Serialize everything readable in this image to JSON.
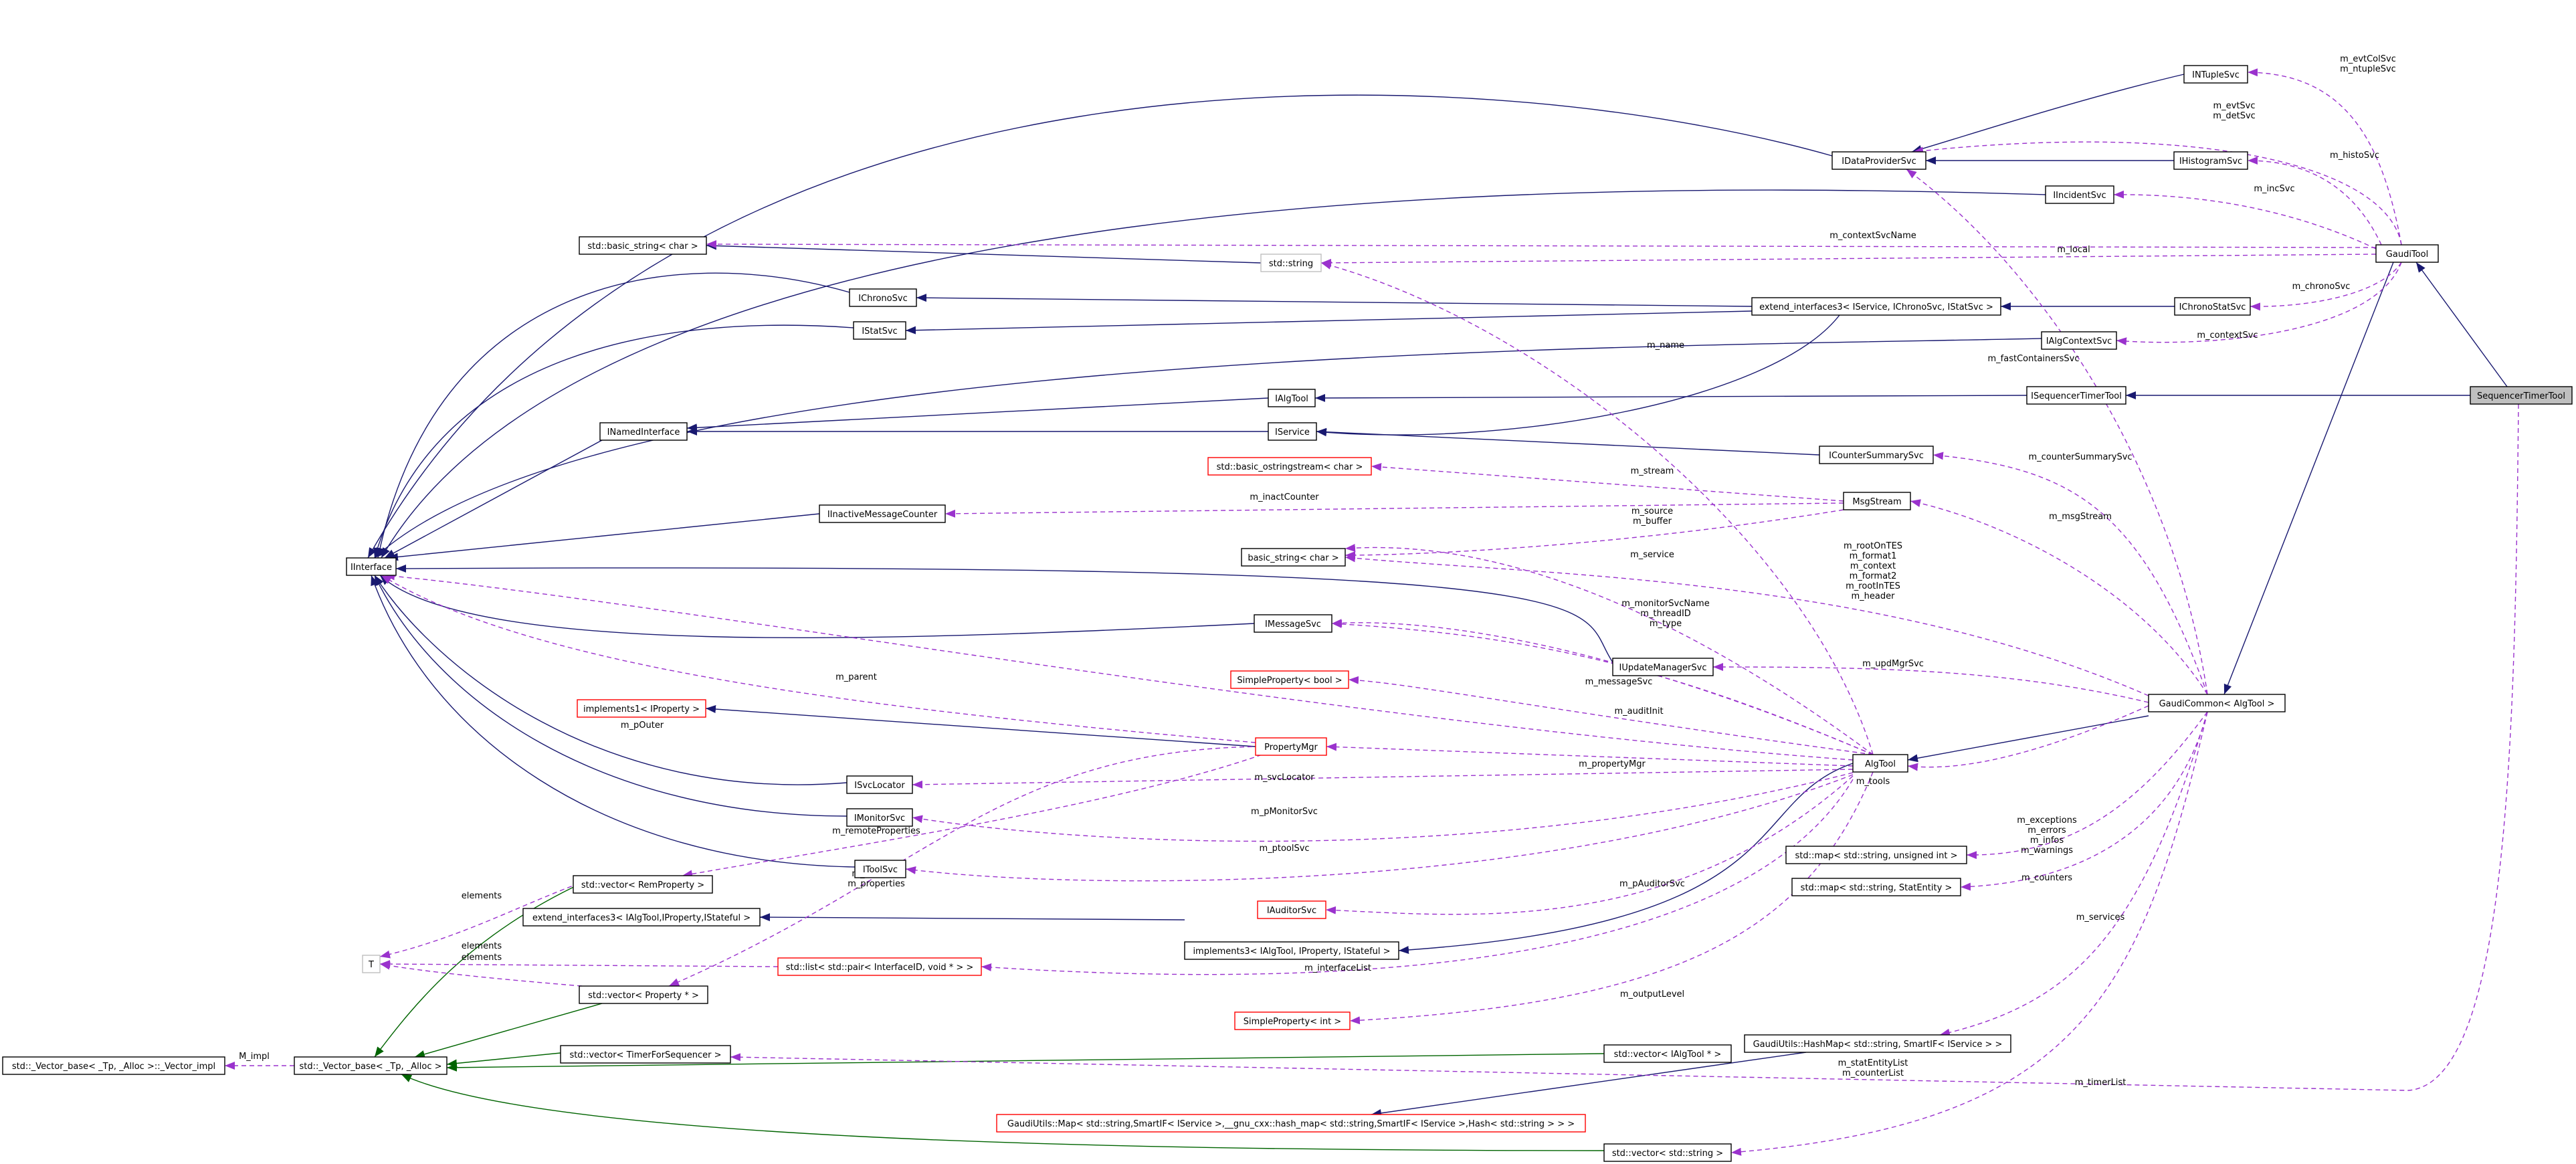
{
  "colors": {
    "inheritance": "#191970",
    "template": "#006400",
    "usage": "#9a32cd",
    "incomplete": "#ff0000",
    "undocumented": "#bfbfbf",
    "focus_fill": "#bfbfbf"
  },
  "nodes": [
    {
      "id": "SequencerTimerTool",
      "label": "SequencerTimerTool",
      "style": "hl"
    },
    {
      "id": "GaudiTool",
      "label": "GaudiTool"
    },
    {
      "id": "ISequencerTimerTool",
      "label": "ISequencerTimerTool"
    },
    {
      "id": "INTupleSvc",
      "label": "INTupleSvc"
    },
    {
      "id": "IHistogramSvc",
      "label": "IHistogramSvc"
    },
    {
      "id": "IDataProviderSvc",
      "label": "IDataProviderSvc"
    },
    {
      "id": "IIncidentSvc",
      "label": "IIncidentSvc"
    },
    {
      "id": "IChronoStatSvc",
      "label": "IChronoStatSvc"
    },
    {
      "id": "IAlgContextSvc",
      "label": "IAlgContextSvc"
    },
    {
      "id": "extend_interfaces3_chrono",
      "label": "extend_interfaces3< IService, IChronoSvc, IStatSvc >"
    },
    {
      "id": "std_string",
      "label": "std::string",
      "style": "gray"
    },
    {
      "id": "basic_string_std",
      "label": "std::basic_string< char >"
    },
    {
      "id": "IChronoSvc",
      "label": "IChronoSvc"
    },
    {
      "id": "IStatSvc",
      "label": "IStatSvc"
    },
    {
      "id": "IAlgTool",
      "label": "IAlgTool"
    },
    {
      "id": "IService",
      "label": "IService"
    },
    {
      "id": "INamedInterface",
      "label": "INamedInterface"
    },
    {
      "id": "ICounterSummarySvc",
      "label": "ICounterSummarySvc"
    },
    {
      "id": "basic_ostringstream",
      "label": "std::basic_ostringstream< char >",
      "style": "red"
    },
    {
      "id": "MsgStream",
      "label": "MsgStream"
    },
    {
      "id": "IInactiveMessageCounter",
      "label": "IInactiveMessageCounter"
    },
    {
      "id": "IInterface",
      "label": "IInterface"
    },
    {
      "id": "basic_string_char",
      "label": "basic_string< char >"
    },
    {
      "id": "IMessageSvc",
      "label": "IMessageSvc"
    },
    {
      "id": "IUpdateManagerSvc",
      "label": "IUpdateManagerSvc"
    },
    {
      "id": "SimplePropertyBool",
      "label": "SimpleProperty< bool >",
      "style": "red"
    },
    {
      "id": "GaudiCommon",
      "label": "GaudiCommon< AlgTool >"
    },
    {
      "id": "implements1",
      "label": "implements1< IProperty >",
      "style": "red"
    },
    {
      "id": "PropertyMgr",
      "label": "PropertyMgr",
      "style": "red"
    },
    {
      "id": "AlgTool",
      "label": "AlgTool"
    },
    {
      "id": "ISvcLocator",
      "label": "ISvcLocator"
    },
    {
      "id": "IMonitorSvc",
      "label": "IMonitorSvc"
    },
    {
      "id": "IToolSvc",
      "label": "IToolSvc"
    },
    {
      "id": "vector_RemProperty",
      "label": "std::vector< RemProperty >"
    },
    {
      "id": "map_unsigned",
      "label": "std::map< std::string, unsigned int >"
    },
    {
      "id": "map_StatEntity",
      "label": "std::map< std::string, StatEntity >"
    },
    {
      "id": "extend_interfaces3_algtool",
      "label": "extend_interfaces3< IAlgTool,IProperty,IStateful >"
    },
    {
      "id": "IAuditorSvc",
      "label": "IAuditorSvc",
      "style": "red"
    },
    {
      "id": "T",
      "label": "T",
      "style": "gray"
    },
    {
      "id": "implements3",
      "label": "implements3< IAlgTool, IProperty, IStateful >"
    },
    {
      "id": "list_pair",
      "label": "std::list< std::pair< InterfaceID, void * > >",
      "style": "red"
    },
    {
      "id": "vector_Property",
      "label": "std::vector< Property * >"
    },
    {
      "id": "SimplePropertyInt",
      "label": "SimpleProperty< int >",
      "style": "red"
    },
    {
      "id": "vector_IAlgTool",
      "label": "std::vector< IAlgTool * >"
    },
    {
      "id": "vector_base_impl",
      "label": "std::_Vector_base< _Tp, _Alloc >::_Vector_impl"
    },
    {
      "id": "vector_base",
      "label": "std::_Vector_base< _Tp, _Alloc >"
    },
    {
      "id": "vector_TimerForSequencer",
      "label": "std::vector< TimerForSequencer >"
    },
    {
      "id": "HashMap",
      "label": "GaudiUtils::HashMap< std::string, SmartIF< IService > >"
    },
    {
      "id": "GaudiMap",
      "label": "GaudiUtils::Map< std::string,SmartIF< IService >,__gnu_cxx::hash_map< std::string,SmartIF< IService >,Hash< std::string > > >",
      "style": "red"
    },
    {
      "id": "vector_string",
      "label": "std::vector< std::string >"
    }
  ],
  "edge_labels": [
    "m_evtColSvc\nm_ntupleSvc",
    "m_evtSvc\nm_detSvc",
    "m_histoSvc",
    "m_incSvc",
    "m_contextSvcName",
    "m_local",
    "m_chronoSvc",
    "m_contextSvc",
    "m_fastContainersSvc",
    "m_name",
    "m_counterSummarySvc",
    "m_stream",
    "m_inactCounter",
    "m_source\nm_buffer",
    "m_msgStream",
    "m_service",
    "m_rootOnTES\nm_format1\nm_context\nm_format2\nm_rootInTES\nm_header",
    "m_monitorSvcName\nm_threadID\nm_type",
    "m_updMgrSvc",
    "m_messageSvc",
    "m_parent",
    "m_auditInit",
    "m_pOuter",
    "m_propertyMgr",
    "m_svcLocator",
    "m_tools",
    "m_pMonitorSvc",
    "m_remoteProperties",
    "m_exceptions\nm_errors\nm_infos\nm_warnings",
    "m_ptoolSvc",
    "m_todelete\nm_properties",
    "elements",
    "m_counters",
    "m_pAuditorSvc",
    "elements",
    "elements",
    "m_interfaceList",
    "m_services",
    "m_outputLevel",
    "M_impl",
    "m_statEntityList\nm_counterList",
    "m_timerList"
  ]
}
